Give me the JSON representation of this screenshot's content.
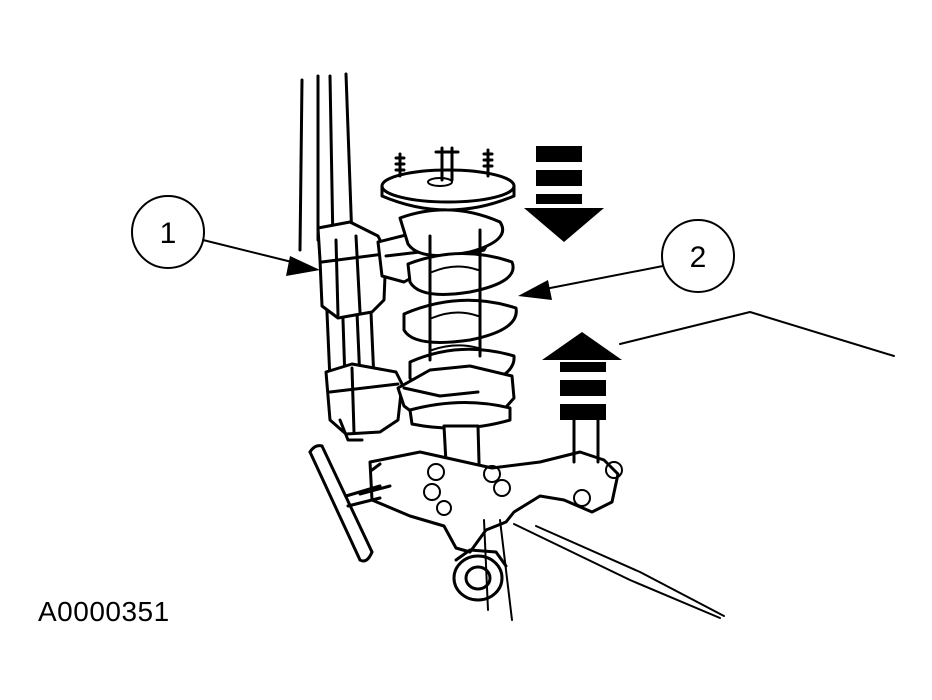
{
  "figure_id": "A0000351",
  "callouts": [
    {
      "label": "1"
    },
    {
      "label": "2"
    }
  ],
  "colors": {
    "ink": "#000000",
    "background": "#ffffff"
  },
  "icons": {
    "compress_arrow": "down-arrow-icon",
    "release_arrow": "up-arrow-icon"
  }
}
